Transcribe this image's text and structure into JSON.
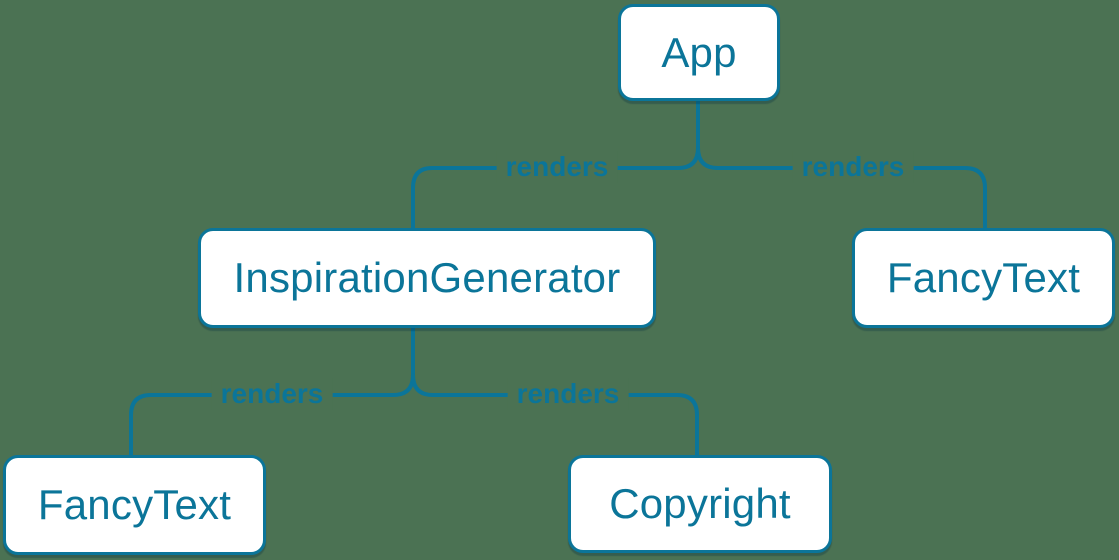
{
  "diagram": {
    "type": "render-tree",
    "colors": {
      "background": "#4b7253",
      "accent": "#0b7599",
      "node_fill": "#ffffff"
    },
    "nodes": [
      {
        "id": "app",
        "label": "App"
      },
      {
        "id": "inspiration-generator",
        "label": "InspirationGenerator"
      },
      {
        "id": "fancy-text-right",
        "label": "FancyText"
      },
      {
        "id": "fancy-text-left",
        "label": "FancyText"
      },
      {
        "id": "copyright",
        "label": "Copyright"
      }
    ],
    "edges": [
      {
        "from": "App",
        "to": "InspirationGenerator",
        "label": "renders"
      },
      {
        "from": "App",
        "to": "FancyText",
        "label": "renders"
      },
      {
        "from": "InspirationGenerator",
        "to": "FancyText",
        "label": "renders"
      },
      {
        "from": "InspirationGenerator",
        "to": "Copyright",
        "label": "renders"
      }
    ]
  }
}
